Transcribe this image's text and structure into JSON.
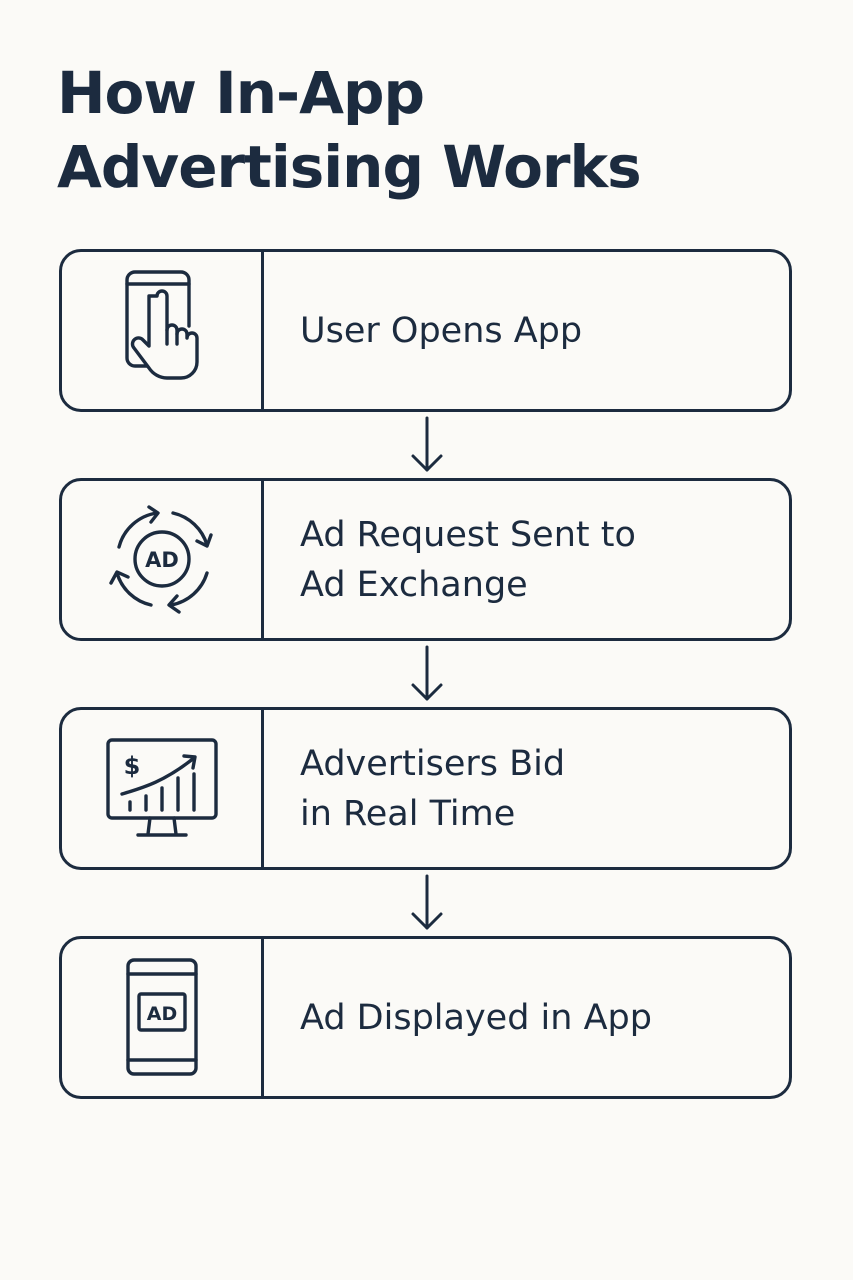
{
  "title": {
    "line1": "How In-App",
    "line2": "Advertising Works"
  },
  "steps": [
    {
      "icon": "smartphone-tap-icon",
      "lines": [
        "User Opens App"
      ]
    },
    {
      "icon": "ad-exchange-cycle-icon",
      "lines": [
        "Ad Request Sent to",
        "Ad Exchange"
      ]
    },
    {
      "icon": "bidding-monitor-chart-icon",
      "lines": [
        "Advertisers Bid",
        "in Real Time"
      ]
    },
    {
      "icon": "phone-ad-display-icon",
      "lines": [
        "Ad Displayed in App"
      ]
    }
  ],
  "icon_text": {
    "ad": "AD",
    "dollar": "$"
  },
  "colors": {
    "ink": "#1c2b3f",
    "background": "#fbfaf7"
  }
}
